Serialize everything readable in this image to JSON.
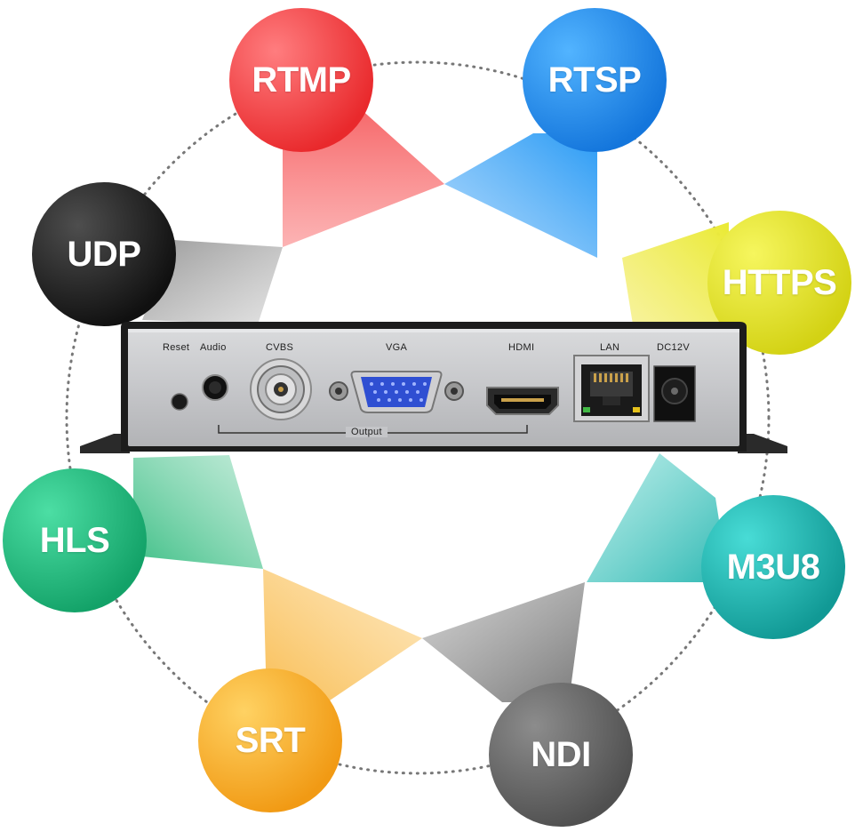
{
  "protocols": [
    {
      "id": "rtmp",
      "label": "RTMP",
      "color": "#f23d3f"
    },
    {
      "id": "rtsp",
      "label": "RTSP",
      "color": "#1d8ff2"
    },
    {
      "id": "https",
      "label": "HTTPS",
      "color": "#e6e61a"
    },
    {
      "id": "m3u8",
      "label": "M3U8",
      "color": "#1fb8b3"
    },
    {
      "id": "ndi",
      "label": "NDI",
      "color": "#6e6e6e"
    },
    {
      "id": "srt",
      "label": "SRT",
      "color": "#f7ae24"
    },
    {
      "id": "hls",
      "label": "HLS",
      "color": "#2bc284"
    },
    {
      "id": "udp",
      "label": "UDP",
      "color": "#2b2b2b"
    }
  ],
  "device": {
    "reset_label": "Reset",
    "audio_label": "Audio",
    "cvbs_label": "CVBS",
    "vga_label": "VGA",
    "hdmi_label": "HDMI",
    "lan_label": "LAN",
    "dc_label": "DC12V",
    "output_label": "Output"
  }
}
